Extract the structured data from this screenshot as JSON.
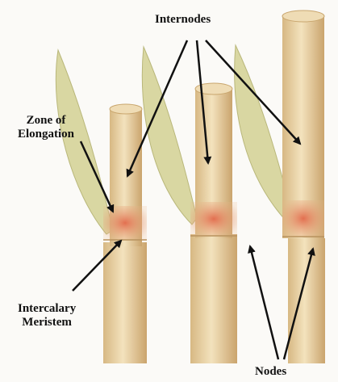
{
  "labels": {
    "internodes": "Internodes",
    "zone_of_elongation_line1": "Zone of",
    "zone_of_elongation_line2": "Elongation",
    "intercalary_meristem_line1": "Intercalary",
    "intercalary_meristem_line2": "Meristem",
    "nodes": "Nodes"
  },
  "colors": {
    "stem": "#e9d2a2",
    "stem_shadow": "#c9a66e",
    "leaf": "#d8d6a0",
    "meristem": "#e2805a",
    "arrow": "#111111"
  }
}
